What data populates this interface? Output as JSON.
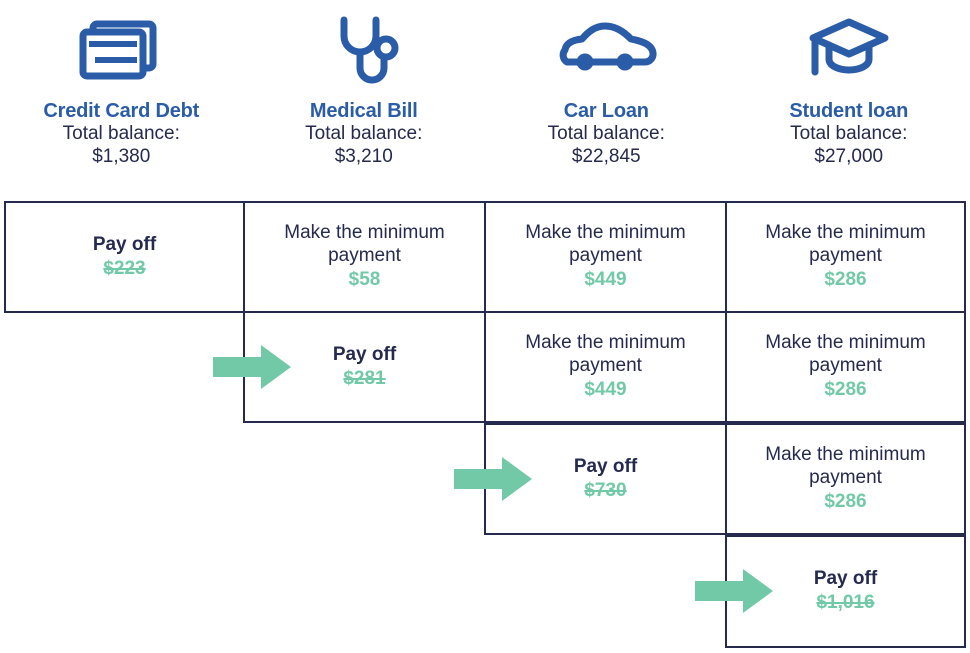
{
  "theme": {
    "accent_blue": "#2B5CA8",
    "navy": "#252A4E",
    "green": "#72C9A8",
    "background": "#FFFFFF"
  },
  "debts": [
    {
      "name": "Credit Card Debt",
      "icon": "credit-cards-icon",
      "balance_label": "Total balance:",
      "balance": "$1,380"
    },
    {
      "name": "Medical Bill",
      "icon": "stethoscope-icon",
      "balance_label": "Total balance:",
      "balance": "$3,210"
    },
    {
      "name": "Car Loan",
      "icon": "car-icon",
      "balance_label": "Total balance:",
      "balance": "$22,845"
    },
    {
      "name": "Student loan",
      "icon": "graduation-cap-icon",
      "balance_label": "Total balance:",
      "balance": "$27,000"
    }
  ],
  "rows": [
    {
      "cells": [
        {
          "action": "Pay off",
          "amount": "$223",
          "type": "payoff",
          "struck": true
        },
        {
          "action": "Make the minimum payment",
          "amount": "$58",
          "type": "minimum",
          "struck": false
        },
        {
          "action": "Make the minimum payment",
          "amount": "$449",
          "type": "minimum",
          "struck": false
        },
        {
          "action": "Make the minimum payment",
          "amount": "$286",
          "type": "minimum",
          "struck": false
        }
      ]
    },
    {
      "cells": [
        {
          "action": "Pay off",
          "amount": "$281",
          "type": "payoff",
          "struck": true
        },
        {
          "action": "Make the minimum payment",
          "amount": "$449",
          "type": "minimum",
          "struck": false
        },
        {
          "action": "Make the minimum payment",
          "amount": "$286",
          "type": "minimum",
          "struck": false
        }
      ]
    },
    {
      "cells": [
        {
          "action": "Pay off",
          "amount": "$730",
          "type": "payoff",
          "struck": true
        },
        {
          "action": "Make the minimum payment",
          "amount": "$286",
          "type": "minimum",
          "struck": false
        }
      ]
    },
    {
      "cells": [
        {
          "action": "Pay off",
          "amount": "$1,016",
          "type": "payoff",
          "struck": true
        }
      ]
    }
  ],
  "arrows": [
    {
      "name": "snowball-arrow-row-2",
      "points_to": "Medical Bill"
    },
    {
      "name": "snowball-arrow-row-3",
      "points_to": "Car Loan"
    },
    {
      "name": "snowball-arrow-row-4",
      "points_to": "Student loan"
    }
  ]
}
